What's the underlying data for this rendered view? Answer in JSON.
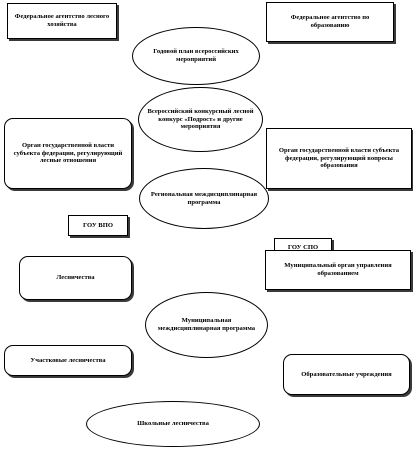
{
  "nodes": {
    "forestry_agency": "Федеральное агентство лесного хозяйства",
    "education_agency": "Федеральное агентство по образованию",
    "annual_plan": "Годовой план всероссийских мероприятий",
    "contest": "Всероссийский конкурсный лесной конкурс «Подрост» и другие мероприятия",
    "regional_forestry_organ": "Орган государственной власти субъекта федерации, регулирующий лесные отношения",
    "regional_education_organ": "Орган государственной власти субъекта федерации, регулирующий вопросы образования",
    "regional_program": "Региональная междисциплинарная программа",
    "gou_vpo": "ГОУ ВПО",
    "gou_spo": "ГОУ СПО",
    "leskhoz": "Лесничества",
    "municipal_education_organ": "Муниципальный орган управления образованием",
    "municipal_program": "Муниципальная междисциплинарная программа",
    "forest_district": "Участковые лесничества",
    "educational_institutions": "Образовательные учреждения",
    "school_forestry": "Школьные лесничества"
  }
}
